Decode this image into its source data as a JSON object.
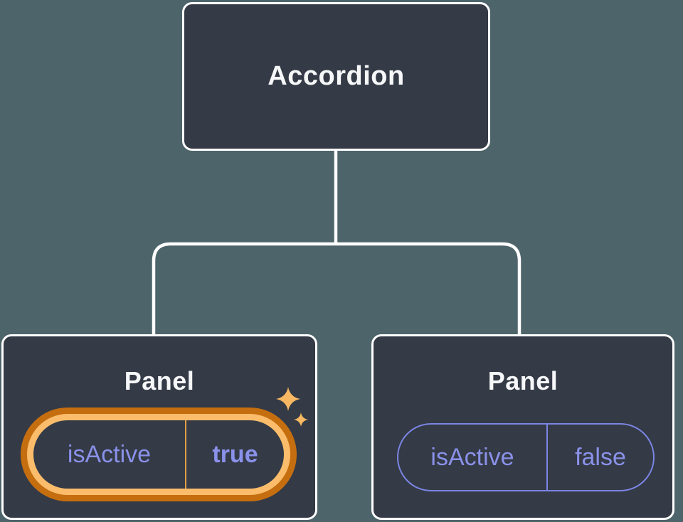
{
  "diagram": {
    "description": "Component tree diagram: Accordion root with two Panel children holding isActive state",
    "root": {
      "label": "Accordion"
    },
    "children": [
      {
        "label": "Panel",
        "state": {
          "key": "isActive",
          "value": "true"
        },
        "highlighted": true,
        "decoration": "sparkle-stars"
      },
      {
        "label": "Panel",
        "state": {
          "key": "isActive",
          "value": "false"
        },
        "highlighted": false
      }
    ],
    "colors": {
      "background": "#4e646b",
      "node_fill": "#343a46",
      "node_border": "#ffffff",
      "node_text": "#f6f7f9",
      "connector": "#ffffff",
      "state_text": "#8a91e9",
      "plain_pill_border": "#7b85e3",
      "highlight_ring_outer": "#c56e10",
      "highlight_ring_inner": "#fbbd6b",
      "highlight_divider": "#e09e44",
      "sparkle": "#f8b863"
    }
  }
}
